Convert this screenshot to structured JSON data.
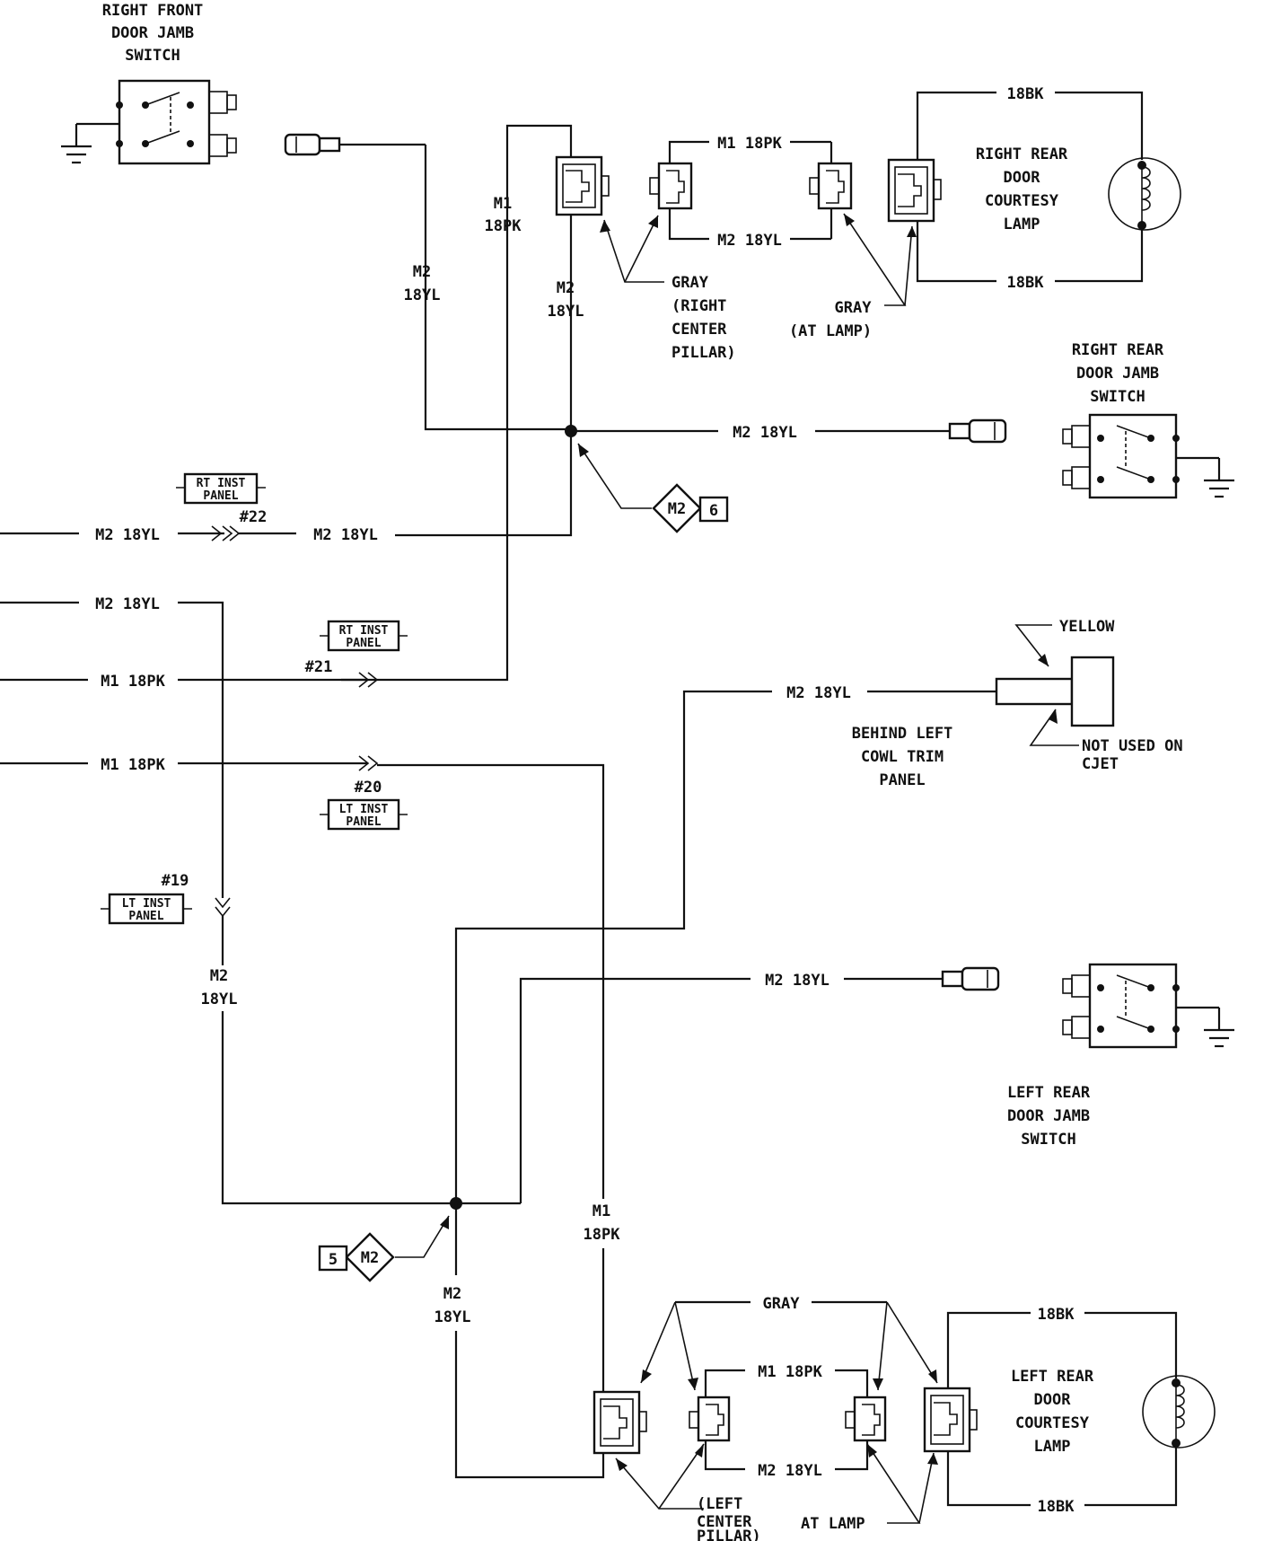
{
  "components": {
    "rf_switch": "RIGHT FRONT DOOR JAMB SWITCH",
    "rr_lamp": "RIGHT REAR DOOR COURTESY LAMP",
    "rr_switch": "RIGHT REAR DOOR JAMB SWITCH",
    "lr_switch": "LEFT REAR DOOR JAMB SWITCH",
    "lr_lamp": "LEFT REAR DOOR COURTESY LAMP",
    "behind_cowl": "BEHIND LEFT COWL TRIM PANEL"
  },
  "labels": {
    "rf_switch_l1": "RIGHT FRONT",
    "rf_switch_l2": "DOOR JAMB",
    "rf_switch_l3": "SWITCH",
    "rr_lamp_l1": "RIGHT REAR",
    "rr_lamp_l2": "DOOR",
    "rr_lamp_l3": "COURTESY",
    "rr_lamp_l4": "LAMP",
    "rr_sw_l1": "RIGHT REAR",
    "rr_sw_l2": "DOOR JAMB",
    "rr_sw_l3": "SWITCH",
    "lr_sw_l1": "LEFT REAR",
    "lr_sw_l2": "DOOR JAMB",
    "lr_sw_l3": "SWITCH",
    "lr_lamp_l1": "LEFT REAR",
    "lr_lamp_l2": "DOOR",
    "lr_lamp_l3": "COURTESY",
    "lr_lamp_l4": "LAMP",
    "cowl_l1": "BEHIND LEFT",
    "cowl_l2": "COWL TRIM",
    "cowl_l3": "PANEL",
    "gray_rc_l1": "GRAY",
    "gray_rc_l2": "(RIGHT",
    "gray_rc_l3": "CENTER",
    "gray_rc_l4": "PILLAR)",
    "gray_at_l1": "GRAY",
    "gray_at_l2": "(AT LAMP)",
    "lcp_l1": "(LEFT",
    "lcp_l2": "CENTER",
    "lcp_l3": "PILLAR)",
    "at_lamp": "AT LAMP",
    "gray_bottom": "GRAY",
    "yellow": "YELLOW",
    "not_used_l1": "NOT USED ON",
    "not_used_l2": "CJET",
    "rt_inst_l1": "RT INST",
    "rt_inst_l2": "PANEL",
    "lt_inst_l1": "LT INST",
    "lt_inst_l2": "PANEL",
    "c22": "#22",
    "c21": "#21",
    "c20": "#20",
    "c19": "#19",
    "m2_diamond": "M2",
    "splice_6": "6",
    "splice_5": "5"
  },
  "wires": {
    "m1": "M1",
    "m2": "M2",
    "m1_18pk": "M1 18PK",
    "m2_18yl": "M2 18YL",
    "w18pk": "18PK",
    "w18yl": "18YL",
    "w18bk": "18BK"
  }
}
